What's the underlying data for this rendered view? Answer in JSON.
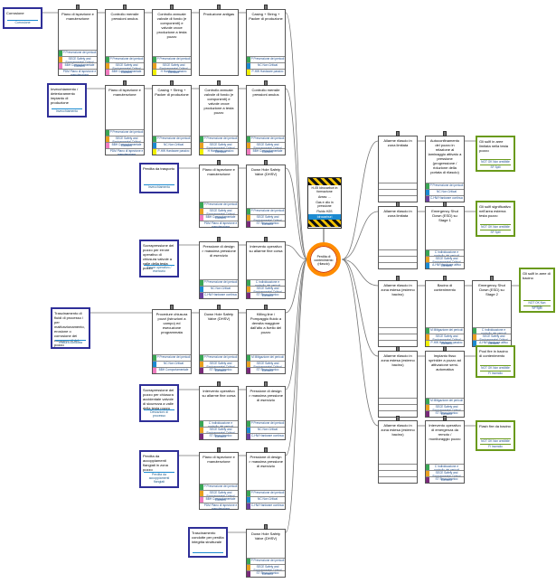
{
  "hazard": {
    "title": "H-05 Idrocarburi in formazione",
    "lines": [
      "Areas: ...",
      "Gas e olio in pressione",
      "Fluido H2S"
    ],
    "footer": "Idrocarburi"
  },
  "top_event": {
    "label": "Perdita di contenimento (rilascio)"
  },
  "threats": [
    {
      "label": "Corrosione",
      "sub": "Corrosione"
    },
    {
      "label": "Invecchiamento / deterioramento impianto di produzione",
      "sub": "Invecchiamento"
    },
    {
      "label": "Perdita da trasporto",
      "sub": "Invecchiamento"
    },
    {
      "label": "Sovrapressione del pozzo per errore operativo di chiusura valvole a valle della testa pozzo",
      "sub": "Errore operativo / esercizio"
    },
    {
      "label": "Trascinamento di fluidi di processo / per malfunzionamento, erosione o corrosione dei componenti del pozzo",
      "sub": "Rottura condotta"
    },
    {
      "label": "Sovrapressione del pozzo per chiusura accidentale valvole di sicurezza a valle della testa pozzo",
      "sub": "Deviazioni di processo"
    },
    {
      "label": "Perdita da accoppiamenti flangiati in zona pozzo",
      "sub": "Perdita da accoppiamenti flangiati"
    },
    {
      "label": "Trascinamento condotte per perdita integrita strutturale",
      "sub": ""
    }
  ],
  "prevention_rows": [
    [
      {
        "label": "Piano di ispezione e manutenzione",
        "tags": [
          "P Prevenzione dei pericoli",
          "SECE Safety and Environmental Critical Element",
          "BBH Comportamentale",
          "PDM Piano di ispezione e manutenzione"
        ]
      },
      {
        "label": "Controllo mensile pressioni anulus",
        "tags": [
          "P Prevenzione dei pericoli",
          "SECE Safety and Environmental Critical Element",
          "BBH Comportamentale"
        ]
      },
      {
        "label": "Controllo annuale valvole di fondo (e componenti) e valvole croce produzione a testa pozzo",
        "tags": [
          "P Prevenzione dei pericoli",
          "SECE Safety and Environmental Critical Element",
          "H Hardware passivo"
        ]
      },
      {
        "label": "Produzione antigas",
        "tags": []
      },
      {
        "label": "Casing + String + Packer di produzione",
        "tags": [
          "P Prevenzione dei pericoli",
          "NC Non Critical",
          "P-HW Hardware passivo"
        ]
      }
    ],
    [
      {
        "label": "Piano di ispezione e manutenzione",
        "tags": [
          "P Prevenzione dei pericoli",
          "SECE Safety and Environmental Critical Element",
          "BBH Comportamentale",
          "PDM Piano di ispezione e manutenzione"
        ]
      },
      {
        "label": "Casing + String + Packer di produzione",
        "tags": [
          "P Prevenzione dei pericoli",
          "NC Non Critical",
          "P-HW Hardware passivo"
        ]
      },
      {
        "label": "Controllo annuale valvole di fondo (e componenti) e valvole croce produzione a testa pozzo",
        "tags": [
          "P Prevenzione dei pericoli",
          "SECE Safety and Environmental Critical Element",
          "H Hardware passivo"
        ]
      },
      {
        "label": "Controllo mensile pressioni anulus",
        "tags": [
          "P Prevenzione dei pericoli",
          "SECE Safety and Environmental Critical Element",
          "BBH Comportamentale"
        ]
      }
    ],
    [
      {
        "label": "Piano di ispezione e manutenzione",
        "tags": [
          "P Prevenzione dei pericoli",
          "SECE Safety and Environmental Critical Element",
          "BBH Comportamentale",
          "PDM Piano di ispezione e manutenzione"
        ]
      },
      {
        "label": "Down Hole Safety Valve (DHSV)",
        "tags": [
          "P Prevenzione dei pericoli",
          "SECE Safety and Environmental Critical Element",
          "ST Sicuro tecnico"
        ]
      }
    ],
    [
      {
        "label": "Pressione di design > massima pressione di esercizio",
        "tags": [
          "P Prevenzione dei pericoli",
          "NC Non Critical",
          "C-HW Hardware continuo"
        ]
      },
      {
        "label": "Intervento operativo su allarme fine corsa",
        "tags": [
          "C Individuazione e controllo dei pericoli",
          "SECE Safety and Environmental Critical Element",
          "ST Sicuro tecnico"
        ]
      }
    ],
    [
      {
        "label": "Procedure chiusura pozzi (istruzioni a campo) ed esecuzione programmata",
        "tags": [
          "P Prevenzione dei pericoli",
          "NC Non Critical",
          "BBH Comportamentale"
        ]
      },
      {
        "label": "Down Hole Safety Valve (DHSV)",
        "tags": [
          "P Prevenzione dei pericoli",
          "SECE Safety and Environmental Critical Element",
          "ST Sicuro tecnico"
        ]
      },
      {
        "label": "Killing line / Pompaggio fluido a densita maggiore dall'alto a livello del pozzo",
        "tags": [
          "M Mitigazione dei pericoli",
          "SECE Safety and Environmental Critical Element",
          "ST Sicuro tecnico"
        ]
      }
    ],
    [
      {
        "label": "Intervento operativo su allarme fine corsa",
        "tags": [
          "C Individuazione e controllo dei pericoli",
          "SECE Safety and Environmental Critical Element",
          "ST Sicuro tecnico"
        ]
      },
      {
        "label": "Pressione di design > massima pressione di esercizio",
        "tags": [
          "P Prevenzione dei pericoli",
          "NC Non Critical",
          "C-HW Hardware continuo"
        ]
      }
    ],
    [
      {
        "label": "Piano di ispezione e manutenzione",
        "tags": [
          "P Prevenzione dei pericoli",
          "SECE Safety and Environmental Critical Element",
          "BBH Comportamentale",
          "PDM Piano di ispezione e manutenzione"
        ]
      },
      {
        "label": "Pressione di design > massima pressione di esercizio",
        "tags": [
          "P Prevenzione dei pericoli",
          "NC Non Critical",
          "C-HW Hardware continuo"
        ]
      }
    ],
    [
      {
        "label": "Down Hole Safety Valve (DHSV)",
        "tags": [
          "P Prevenzione dei pericoli",
          "SECE Safety and Environmental Critical Element",
          "ST Sicuro tecnico"
        ]
      }
    ]
  ],
  "mitigation_rows": [
    [
      {
        "label": "Allarme rilascio in zona limitata",
        "tags": [
          "",
          "",
          ""
        ]
      },
      {
        "label": "Autoconfinamento del pozzo in relazione al laminaggio attivato a pressione (progressione / riduzione della portata di rilascio)",
        "tags": [
          "P Prevenzione dei pericoli",
          "NC Non Critical",
          "C-HW Hardware continuo"
        ]
      }
    ],
    [
      {
        "label": "Allarme rilascio in zona limitata",
        "tags": [
          "",
          "",
          ""
        ]
      },
      {
        "label": "Emergency Shut Down (ESD) su Stage 1",
        "tags": [
          "C Individuazione e controllo dei pericoli",
          "SECE Safety and Environmental Critical Element",
          "A-HW Hardware attivo"
        ]
      }
    ],
    [
      {
        "label": "Allarme rilascio in zona estesa (esterno bacino)",
        "tags": [
          "",
          "",
          ""
        ]
      },
      {
        "label": "Bacino di contenimento",
        "tags": [
          "M Mitigazione dei pericoli",
          "SECE Safety and Environmental Critical Element",
          "P-HW Hardware passivo"
        ]
      },
      {
        "label": "Emergency Shut Down (ESD) su Stage 2",
        "tags": [
          "C Individuazione e controllo dei pericoli",
          "SECE Safety and Environmental Critical Element",
          "A-HW Hardware attivo"
        ]
      }
    ],
    [
      {
        "label": "Allarme rilascio in zona estesa (esterno bacino)",
        "tags": [
          "",
          "",
          ""
        ]
      },
      {
        "label": "Impianto fisso sprinkler a pozzo ad attivazione semi-automatica",
        "tags": [
          "M Mitigazione dei pericoli",
          "SECE Safety and Environmental Critical Element",
          "ST Sicuro tecnico"
        ]
      }
    ],
    [
      {
        "label": "Allarme rilascio in zona estesa (esterno bacino)",
        "tags": [
          "",
          "",
          ""
        ]
      },
      {
        "label": "Intervento operativo di emergenza da remoto / monitoraggio pozzo",
        "tags": [
          "C Individuazione e controllo dei pericoli",
          "SECE Safety and Environmental Critical Element",
          "ST Sicuro tecnico"
        ]
      }
    ]
  ],
  "consequences": [
    {
      "label": "Gli sulfi in aree limitata nella testa pozzo",
      "subs": [
        "NOT OK Non credibile",
        "SF Spill"
      ]
    },
    {
      "label": "Gli sulfi significativo nell'area esterna testa pozzo",
      "subs": [
        "NOT OK Non credibile",
        "SF Spill"
      ]
    },
    {
      "label": "Gli sulfi in aree di bacino",
      "subs": [
        "NOT OK Non credibile",
        "SF Spill"
      ]
    },
    {
      "label": "Pool fire in bacino di contenimento",
      "subs": [
        "NOT OK Non credibile",
        "FI Incendio"
      ]
    },
    {
      "label": "Flash fire da bacino",
      "subs": [
        "NOT OK Non credibile",
        "FI Incendio"
      ]
    }
  ],
  "tag_colors": {
    "P": "#3aa655",
    "SECE": "#e8a020",
    "BBH": "#f07cbf",
    "PDM": "#ffffff",
    "NC": "#1b8ad0",
    "C-HW": "#6b3fa0",
    "P-HW": "#f0f000",
    "H": "#f0f000",
    "ST": "#7a2a7a",
    "C": "#3aa655",
    "M": "#3aa655",
    "A-HW": "#1b8ad0",
    "blank": "#ffffff"
  }
}
